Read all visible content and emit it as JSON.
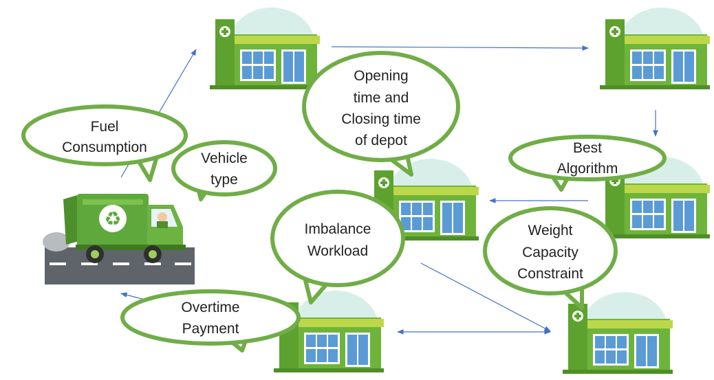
{
  "colors": {
    "bubble_stroke": "#70ad47",
    "arrow": "#4472c4",
    "building_wall": "#6fb43a",
    "building_roof": "#bcd84a",
    "window": "#5b9bd5",
    "backdrop": "#d8efe9",
    "truck_body": "#5fa83b",
    "road": "#5f646b"
  },
  "icons": {
    "depot": "depot-building-icon",
    "truck": "garbage-truck-icon",
    "recycle": "recycle-icon"
  },
  "callouts": {
    "fuel": {
      "line1": "Fuel",
      "line2": "Consumption"
    },
    "vehicle": {
      "line1": "Vehicle",
      "line2": "type"
    },
    "opening": {
      "line1": "Opening",
      "line2": "time and",
      "line3": "Closing time",
      "line4": "of depot"
    },
    "best": {
      "line1": "Best",
      "line2": "Algorithm"
    },
    "imbalance": {
      "line1": "Imbalance",
      "line2": "Workload"
    },
    "weight": {
      "line1": "Weight",
      "line2": "Capacity",
      "line3": "Constraint"
    },
    "overtime": {
      "line1": "Overtime",
      "line2": "Payment"
    }
  }
}
